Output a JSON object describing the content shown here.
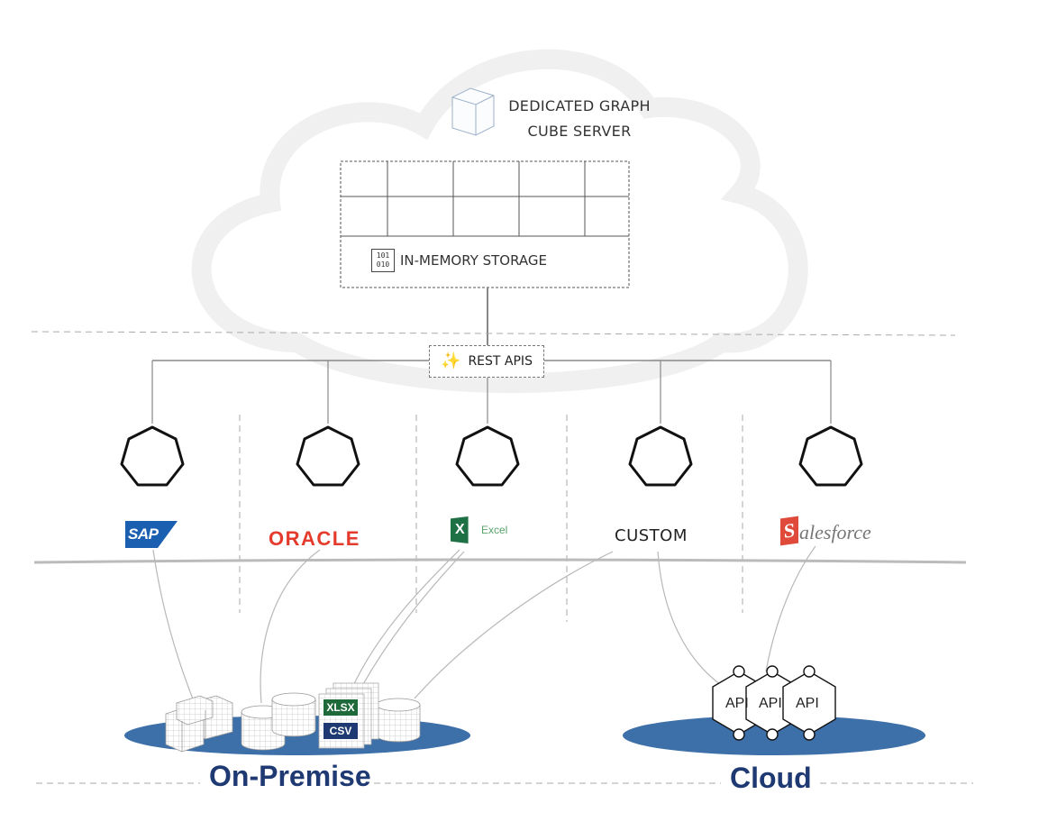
{
  "server": {
    "line1": "DEDICATED GRAPH",
    "line2": "CUBE SERVER",
    "icon": "cube-icon"
  },
  "storage": {
    "label": "IN-MEMORY STORAGE",
    "icon_text_1": "101",
    "icon_text_2": "010"
  },
  "rest": {
    "label": "REST APIS",
    "icon": "magic-wand-icon"
  },
  "sources": [
    {
      "name": "sap",
      "label": "SAP"
    },
    {
      "name": "oracle",
      "label": "ORACLE"
    },
    {
      "name": "excel",
      "label": "Excel",
      "badge": "X"
    },
    {
      "name": "custom",
      "label": "CUSTOM"
    },
    {
      "name": "salesforce",
      "label_s": "S",
      "label_rest": "alesforce"
    }
  ],
  "files": {
    "xlsx": "XLSX",
    "csv": "CSV"
  },
  "apis": [
    "API",
    "API",
    "API"
  ],
  "regions": {
    "onprem": "On-Premise",
    "cloud": "Cloud"
  },
  "colors": {
    "platform": "#3d6fa8",
    "title_blue": "#1f3a73",
    "oracle_red": "#e43b2c",
    "excel_green": "#1e7145",
    "sf_red": "#e04a3a"
  }
}
